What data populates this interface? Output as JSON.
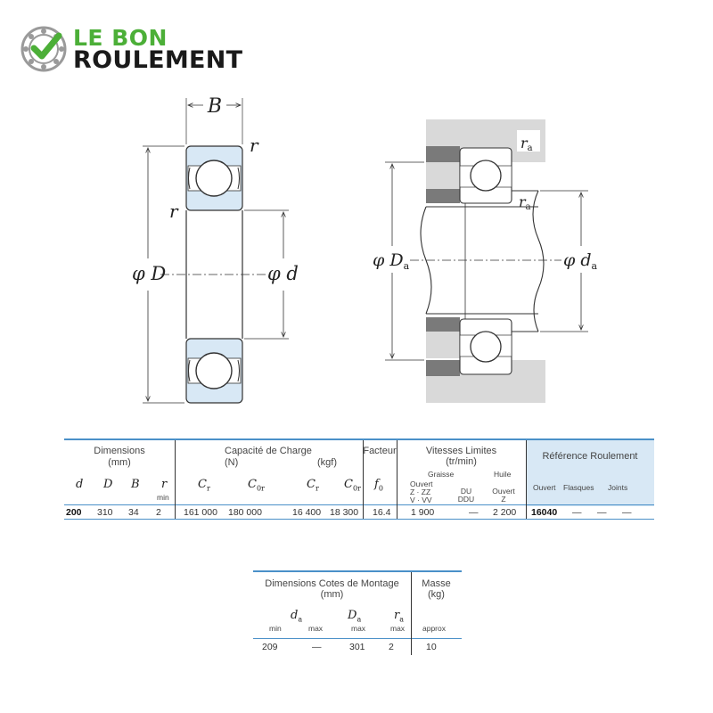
{
  "brand": {
    "line1": "LE BON",
    "line2": "ROULEMENT",
    "check_color": "#4caf38",
    "accent": "#4a90c8",
    "ref_bg": "#d8e8f5"
  },
  "diagram": {
    "bearing": {
      "width_label": "B",
      "radius_label": "r",
      "outer_label": "φ D",
      "bore_label": "φ d"
    },
    "mounting": {
      "radius_label": "r",
      "radius_sub": "a",
      "outer_label": "φ D",
      "outer_sub": "a",
      "bore_label": "φ d",
      "bore_sub": "a"
    }
  },
  "main_table": {
    "dimensions_header": "Dimensions",
    "dimensions_unit": "(mm)",
    "capacity_header": "Capacité de Charge",
    "capacity_unit_n": "(N)",
    "capacity_unit_kgf": "(kgf)",
    "factor_header": "Facteur",
    "speed_header": "Vitesses Limites",
    "speed_unit": "(tr/min)",
    "grease_label": "Graisse",
    "oil_label": "Huile",
    "reference_header": "Référence Roulement",
    "symbols": {
      "d": "d",
      "D": "D",
      "B": "B",
      "r": "r",
      "r_min": "min",
      "Cr": "C",
      "Cr_sub": "r",
      "C0r": "C",
      "C0r_sub": "0r",
      "Cr2": "C",
      "Cr2_sub": "r",
      "C0r2": "C",
      "C0r2_sub": "0r",
      "f0": "f",
      "f0_sub": "0"
    },
    "speed_cols": {
      "open_line1": "Ouvert",
      "open_line2": "Z · ZZ",
      "open_line3": "V · VV",
      "du_line1": "DU",
      "du_line2": "DDU",
      "oil_line1": "Ouvert",
      "oil_line2": "Z"
    },
    "ref_cols": {
      "open": "Ouvert",
      "shield": "Flasques",
      "seal": "Joints"
    },
    "row": {
      "d": "200",
      "D": "310",
      "B": "34",
      "r": "2",
      "Cr_N": "161 000",
      "C0r_N": "180 000",
      "Cr_kgf": "16 400",
      "C0r_kgf": "18 300",
      "f0": "16.4",
      "grease_open": "1 900",
      "grease_du": "—",
      "oil": "2 200",
      "ref_open": "16040",
      "ref_shield": "—",
      "ref_seal": "—",
      "ref_extra": "—"
    }
  },
  "mount_table": {
    "header": "Dimensions Cotes de Montage",
    "unit": "(mm)",
    "mass_header": "Masse",
    "mass_unit": "(kg)",
    "sym_da": "d",
    "sym_da_sub": "a",
    "sym_Da": "D",
    "sym_Da_sub": "a",
    "sym_ra": "r",
    "sym_ra_sub": "a",
    "sub_min": "min",
    "sub_max1": "max",
    "sub_max2": "max",
    "sub_max3": "max",
    "sub_approx": "approx",
    "row": {
      "da_min": "209",
      "da_max": "—",
      "Da_max": "301",
      "ra_max": "2",
      "mass": "10"
    }
  }
}
